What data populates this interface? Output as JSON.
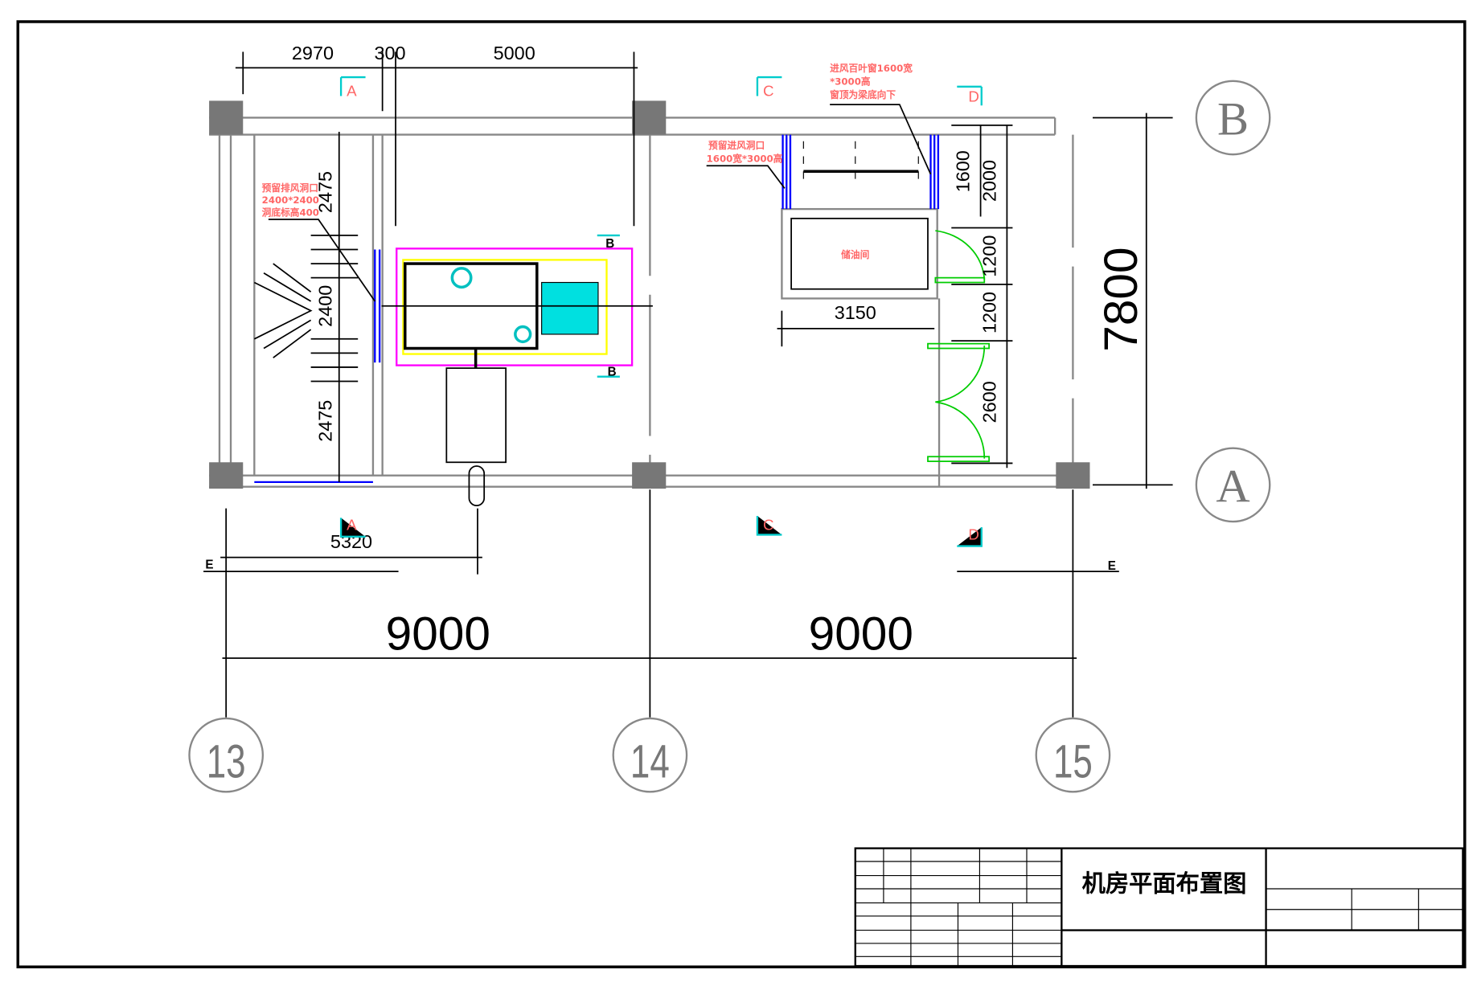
{
  "title_block": {
    "drawing_title": "机房平面布置图"
  },
  "axes": {
    "columns": [
      "13",
      "14",
      "15"
    ],
    "rows": [
      "B",
      "A"
    ]
  },
  "dimensions": {
    "top": [
      "2970",
      "300",
      "5000"
    ],
    "left_upper": "2475",
    "left_mid": "2400",
    "left_lower": "2475",
    "bottom_left": "5320",
    "overall_span_1": "9000",
    "overall_span_2": "9000",
    "overall_depth": "7800",
    "oil_room_width": "3150",
    "right_1": "1600",
    "right_2": "2000",
    "right_3": "1200",
    "right_4": "1200",
    "right_5": "2600"
  },
  "section_marks": {
    "a": "A",
    "b": "B",
    "c": "C",
    "d": "D",
    "e": "E"
  },
  "annotations": {
    "intake_louver": [
      "进风百叶窗1600宽",
      "*3000高",
      "窗顶为梁底向下"
    ],
    "intake_opening": [
      "预留进风洞口",
      "1600宽*3000高"
    ],
    "exhaust_opening": [
      "预留排风洞口",
      "2400*2400",
      "洞底标高400"
    ],
    "oil_room": "储油间"
  }
}
